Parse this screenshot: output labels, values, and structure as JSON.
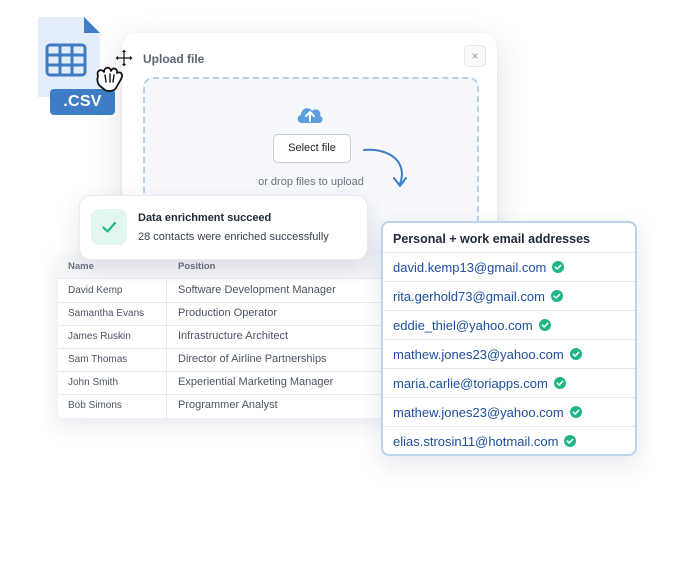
{
  "upload": {
    "title": "Upload file",
    "close_label": "×",
    "select_label": "Select file",
    "drop_text": "or drop files to upload"
  },
  "file_icon": {
    "label": ".CSV",
    "icon": "spreadsheet-icon"
  },
  "notification": {
    "title": "Data enrichment succeed",
    "subtitle": "28 contacts were enriched successfully"
  },
  "table": {
    "columns": [
      "Name",
      "Position"
    ],
    "rows": [
      [
        "David Kemp",
        "Software Development Manager"
      ],
      [
        "Samantha Evans",
        "Production Operator"
      ],
      [
        "James Ruskin",
        "Infrastructure Architect"
      ],
      [
        "Sam Thomas",
        "Director of Airline Partnerships"
      ],
      [
        "John Smith",
        "Experiential Marketing Manager"
      ],
      [
        "Bob Simons",
        "Programmer Analyst"
      ]
    ]
  },
  "emails": {
    "title": "Personal + work email addresses",
    "items": [
      "david.kemp13@gmail.com",
      "rita.gerhold73@gmail.com",
      "eddie_thiel@yahoo.com",
      "mathew.jones23@yahoo.com",
      "maria.carlie@toriapps.com",
      "mathew.jones23@yahoo.com",
      "elias.strosin11@hotmail.com"
    ]
  },
  "colors": {
    "accent": "#3f7cc6",
    "success": "#1fb587",
    "link": "#1e4fa0"
  }
}
